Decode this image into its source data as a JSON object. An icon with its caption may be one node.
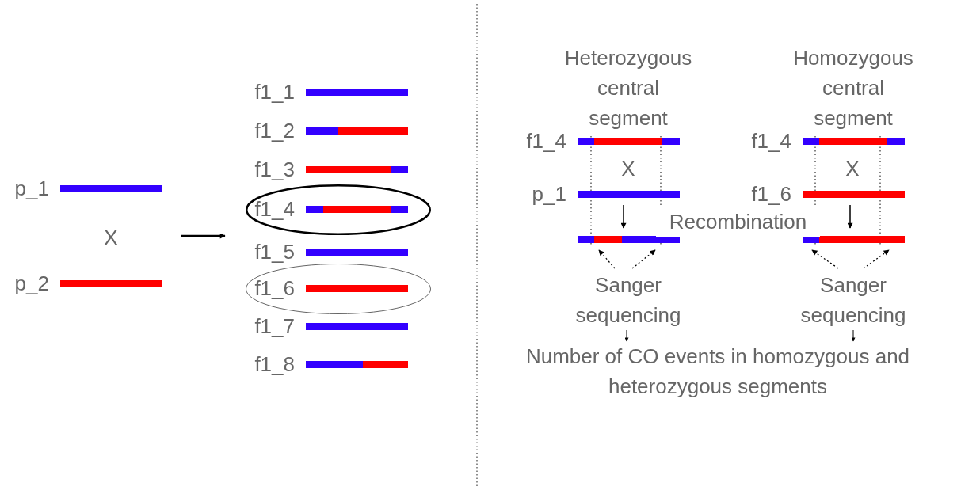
{
  "diagram": {
    "nodes": [
      {
        "text": [
          "p_1"
        ]
      },
      {
        "text": [
          "X"
        ]
      },
      {
        "text": [
          "p_2"
        ]
      },
      {
        "text": [
          "f1_1"
        ]
      },
      {
        "text": [
          "f1_2"
        ]
      },
      {
        "text": [
          "f1_3"
        ]
      },
      {
        "text": [],
        "shape": "ellipse"
      },
      {
        "text": [
          "f1_4"
        ],
        "in": 6
      },
      {
        "text": [
          "f1_5"
        ]
      },
      {
        "text": [],
        "shape": "ellipse"
      },
      {
        "text": [
          "f1_6"
        ],
        "in": 9
      },
      {
        "text": [
          "f1_7"
        ]
      },
      {
        "text": [
          "f1_8"
        ]
      },
      {
        "text": [
          "Heterozygous central segment"
        ]
      },
      {
        "text": [
          "Homozygous central segment"
        ]
      },
      {
        "text": [
          "f1_4"
        ]
      },
      {
        "text": [
          "f1_4"
        ]
      },
      {
        "text": [
          "X"
        ]
      },
      {
        "text": [
          "X"
        ]
      },
      {
        "text": [
          "p_1"
        ]
      },
      {
        "text": [
          "f1_6"
        ]
      },
      {
        "text": [],
        "shape": "bar"
      },
      {
        "text": [],
        "shape": "bar"
      },
      {
        "text": [
          "Sanger sequencing"
        ]
      },
      {
        "text": [
          "Sanger sequencing"
        ]
      },
      {
        "text": [
          "Number of CO events in homozygous and heterozygous segments"
        ]
      }
    ],
    "edges": [
      {
        "from": 19,
        "to": 21,
        "arrow": "to"
      },
      {
        "from": 20,
        "to": 22,
        "arrow": "to"
      },
      {
        "from": 23,
        "to": 21,
        "arrow": "to",
        "style": "dashed"
      },
      {
        "from": 23,
        "to": 21,
        "arrow": "to",
        "style": "dashed"
      },
      {
        "from": 24,
        "to": 22,
        "arrow": "to",
        "style": "dashed"
      },
      {
        "from": 24,
        "to": 22,
        "arrow": "to",
        "style": "dashed"
      },
      {
        "from": 23,
        "to": 25,
        "arrow": "to"
      },
      {
        "from": 24,
        "to": 25,
        "arrow": "to"
      }
    ],
    "labels": [
      "Recombination"
    ]
  }
}
